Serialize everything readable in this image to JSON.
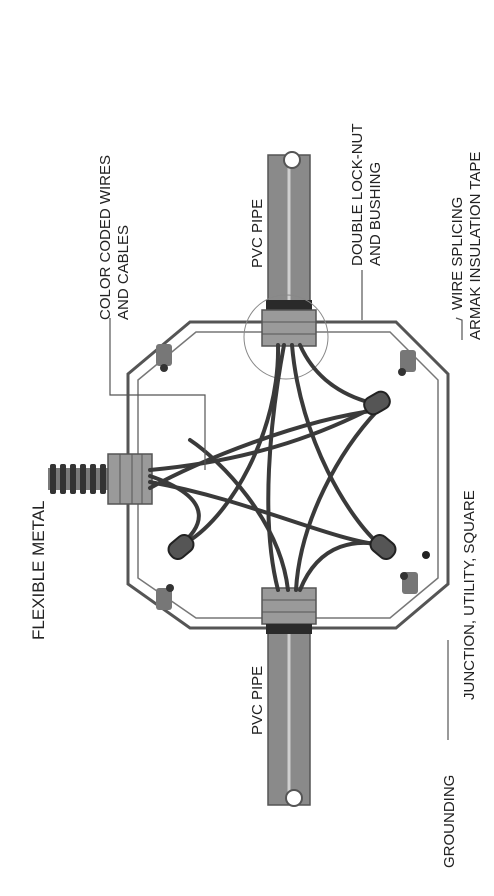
{
  "labels": {
    "flexible_metal": "FLEXIBLE METAL",
    "color_coded_1": "COLOR CODED WIRES",
    "color_coded_2": "AND CABLES",
    "pvc_pipe_top": "PVC PIPE",
    "pvc_pipe_bottom": "PVC PIPE",
    "double_locknut_1": "DOUBLE LOCK-NUT",
    "double_locknut_2": "AND BUSHING",
    "wire_splicing_1": "WIRE SPLICING",
    "wire_splicing_2": "ARMAK INSULATION TAPE",
    "junction": "JUNCTION, UTILITY, SQUARE",
    "grounding": "GROUNDING"
  },
  "colors": {
    "line": "#444444",
    "pipe": "#8a8a8a",
    "band": "#2a2a2a",
    "wire": "#3a3a3a",
    "cap": "#555555"
  }
}
